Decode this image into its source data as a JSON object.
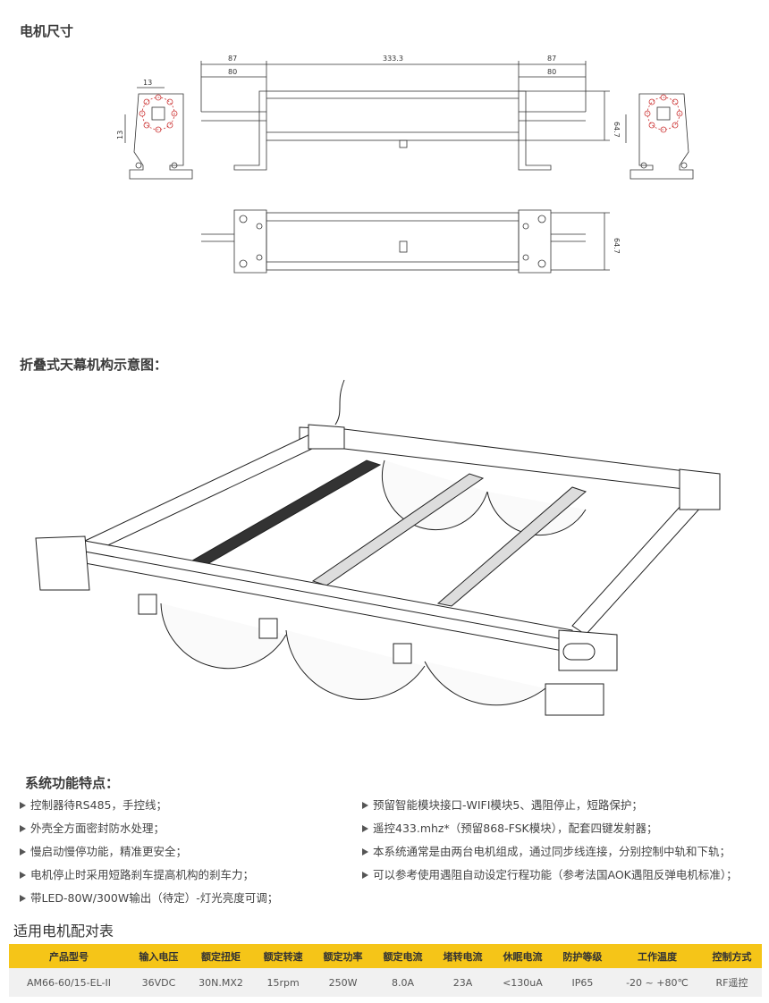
{
  "sections": {
    "motor_dimensions": "电机尺寸",
    "mechanism": "折叠式天幕机构示意图：",
    "features": "系统功能特点："
  },
  "dimensions": {
    "total_left": "87",
    "inner_left": "80",
    "length": "333.3",
    "total_right": "87",
    "inner_right": "80",
    "height": "64.7",
    "height_bottom": "64.7",
    "side_13_top": "13",
    "side_13_left": "13"
  },
  "features_left": [
    "控制器待RS485，手控线；",
    "外壳全方面密封防水处理；",
    "慢启动慢停功能，精准更安全；",
    "电机停止时采用短路刹车提高机构的刹车力；",
    "带LED-80W/300W输出（待定）-灯光亮度可调；"
  ],
  "features_right": [
    "预留智能模块接口-WIFI模块5、遇阻停止，短路保护；",
    "遥控433.mhz*（预留868-FSK模块），配套四键发射器；",
    "本系统通常是由两台电机组成，通过同步线连接，分别控制中轨和下轨；",
    "可以参考使用遇阻自动设定行程功能（参考法国AOK遇阻反弹电机标准）；"
  ],
  "table": {
    "title": "适用电机配对表",
    "headers": [
      "产品型号",
      "输入电压",
      "额定扭矩",
      "额定转速",
      "额定功率",
      "额定电流",
      "堵转电流",
      "休眠电流",
      "防护等级",
      "工作温度",
      "控制方式"
    ],
    "rows": [
      [
        "AM66-60/15-EL-II",
        "36VDC",
        "30N.MX2",
        "15rpm",
        "250W",
        "8.0A",
        "23A",
        "<130uA",
        "IP65",
        "-20 ~ +80℃",
        "RF遥控"
      ]
    ]
  },
  "colors": {
    "header_bg": "#f5c518",
    "row_bg": "#f1f1f1"
  }
}
